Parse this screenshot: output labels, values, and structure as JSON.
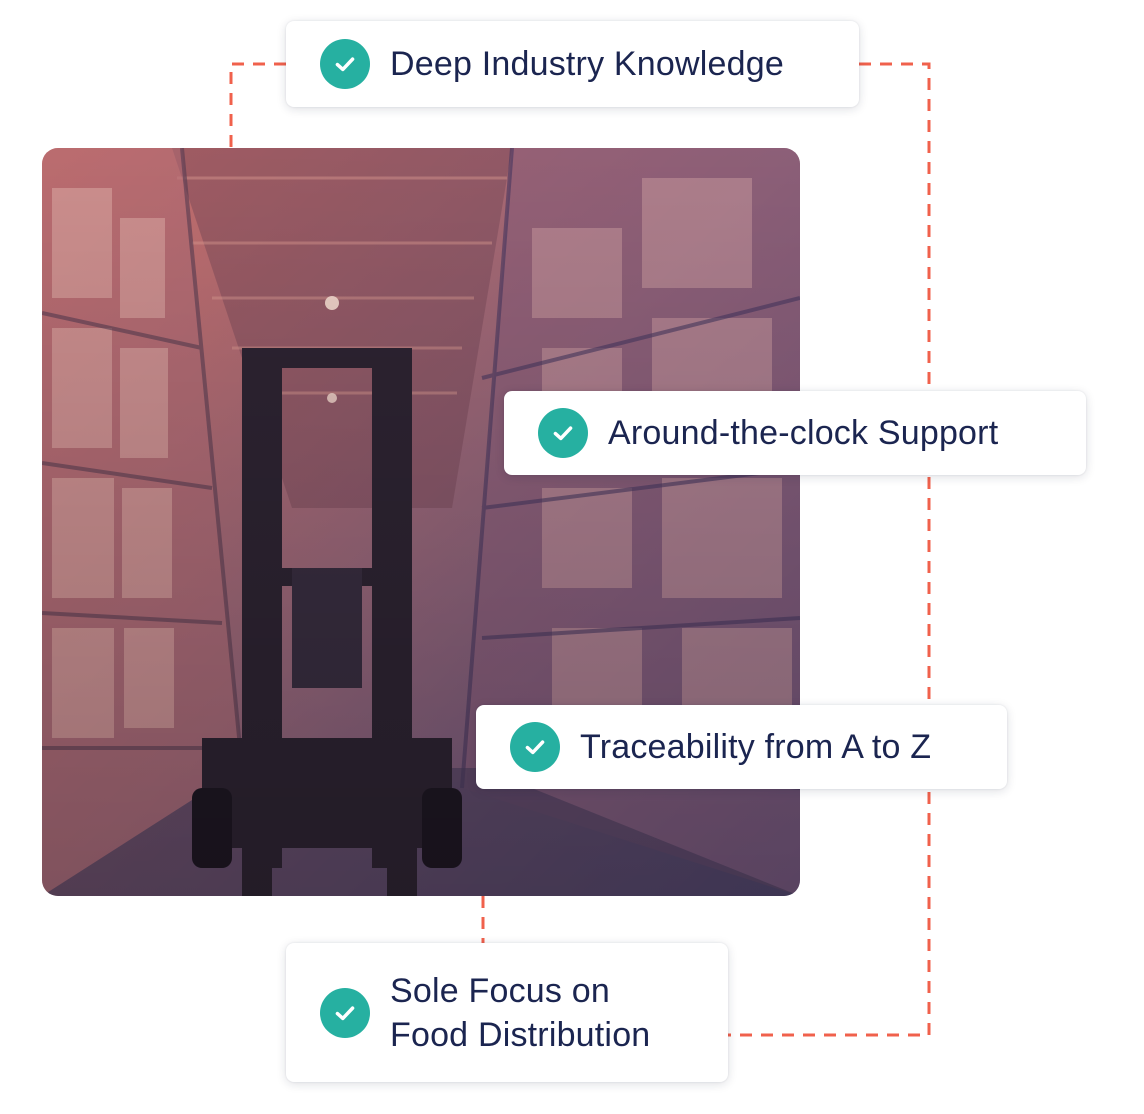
{
  "accent_color": "#f0614c",
  "check_color": "#26b0a1",
  "text_color": "#1b2550",
  "photo": {
    "description_icon": "warehouse-forklift-photo"
  },
  "features": [
    {
      "label": "Deep Industry Knowledge",
      "icon": "check-circle-icon"
    },
    {
      "label": "Around-the-clock Support",
      "icon": "check-circle-icon"
    },
    {
      "label": "Traceability from A to Z",
      "icon": "check-circle-icon"
    },
    {
      "label": "Sole Focus on Food Distribution",
      "icon": "check-circle-icon"
    }
  ]
}
